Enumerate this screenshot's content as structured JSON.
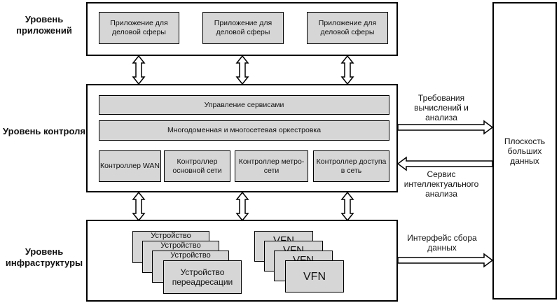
{
  "layers": {
    "applications": "Уровень приложений",
    "control": "Уровень контроля",
    "infrastructure": "Уровень инфраструктуры"
  },
  "applications": {
    "app_1": "Приложение для деловой сферы",
    "app_2": "Приложение для деловой сферы",
    "app_3": "Приложение для деловой сферы"
  },
  "control": {
    "service_management": "Управление сервисами",
    "orchestration": "Многодоменная и многосетевая оркестровка",
    "controllers": {
      "wan": "Контроллер WAN",
      "core": "Контроллер основной сети",
      "metro": "Контроллер метро-сети",
      "access": "Контроллер доступа в сеть"
    }
  },
  "infrastructure": {
    "device_label": "Устройство",
    "forwarding_device": "Устройство переадресации",
    "vfn_label": "VFN"
  },
  "big_data": {
    "plane": "Плоскость больших данных",
    "compute_requirements": "Требования вычислений и анализа",
    "intelligence_service": "Сервис интеллектуального анализа",
    "collection_interface": "Интерфейс сбора данных"
  },
  "colors": {
    "box_fill": "#d6d6d6",
    "border": "#000000",
    "background": "#ffffff"
  }
}
